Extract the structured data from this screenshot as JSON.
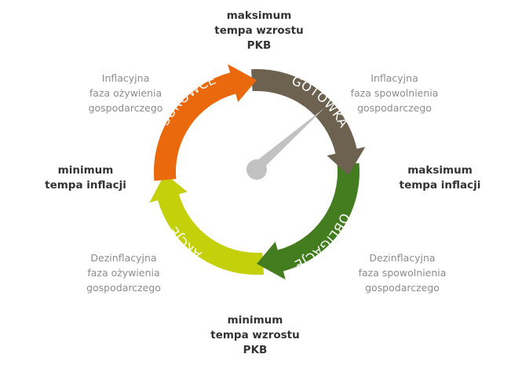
{
  "segments": [
    {
      "label": "SUROWCE",
      "color": "#e9690c"
    },
    {
      "label": "GOTÓWKA",
      "color": "#6d6150"
    },
    {
      "label": "OBLIGACJE",
      "color": "#437d1f"
    },
    {
      "label": "AKCJE",
      "color": "#c4d10a"
    }
  ],
  "needle_color": "#c2c2c2",
  "labels": {
    "top": [
      "maksimum",
      "tempa wzrostu",
      "PKB"
    ],
    "right": [
      "maksimum",
      "tempa inflacji"
    ],
    "bottom": [
      "minimum",
      "tempa wzrostu",
      "PKB"
    ],
    "left": [
      "minimum",
      "tempa inflacji"
    ],
    "upper_left": [
      "Inflacyjna",
      "faza ożywienia",
      "gospodarczego"
    ],
    "upper_right": [
      "Inflacyjna",
      "faza spowolnienia",
      "gospodarczego"
    ],
    "lower_left": [
      "Dezinflacyjna",
      "faza ożywienia",
      "gospodarczego"
    ],
    "lower_right": [
      "Dezinflacyjna",
      "faza spowolnienia",
      "gospodarczego"
    ]
  }
}
